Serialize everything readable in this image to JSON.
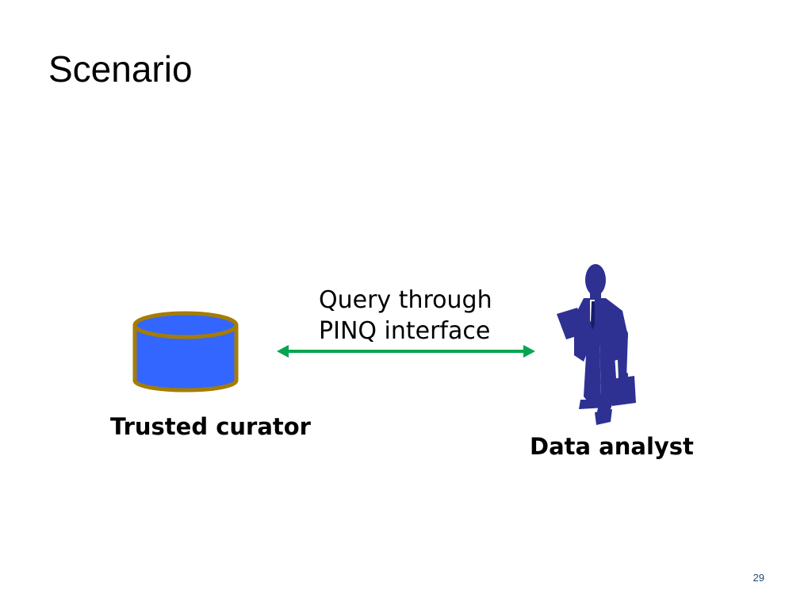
{
  "slide": {
    "title": "Scenario",
    "page_number": "29"
  },
  "diagram": {
    "curator": {
      "label": "Trusted curator",
      "icon": "database-cylinder-icon",
      "fill_color": "#3366ff",
      "stroke_color": "#a67c00"
    },
    "analyst": {
      "label": "Data analyst",
      "icon": "businessman-silhouette-icon",
      "color": "#2e3192"
    },
    "connection": {
      "label_line1": "Query through",
      "label_line2": "PINQ interface",
      "icon": "double-arrow-icon",
      "color": "#00a651"
    }
  }
}
